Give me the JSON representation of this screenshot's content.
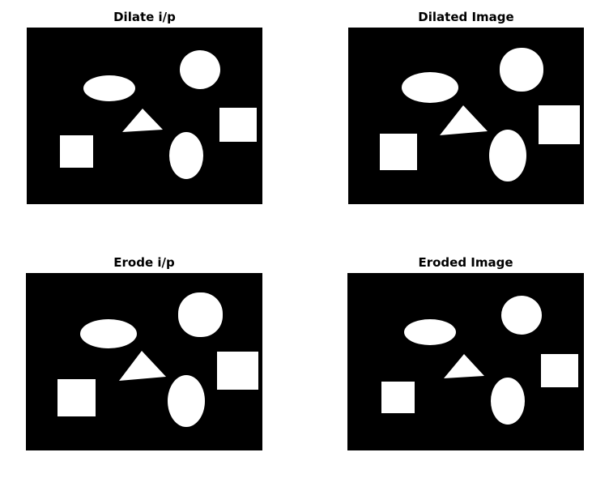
{
  "colors": {
    "background": "#000000",
    "foreground": "#ffffff",
    "page": "#ffffff"
  },
  "panels": [
    {
      "title": "Dilate i/p"
    },
    {
      "title": "Dilated Image"
    },
    {
      "title": "Erode i/p"
    },
    {
      "title": "Eroded Image"
    }
  ]
}
